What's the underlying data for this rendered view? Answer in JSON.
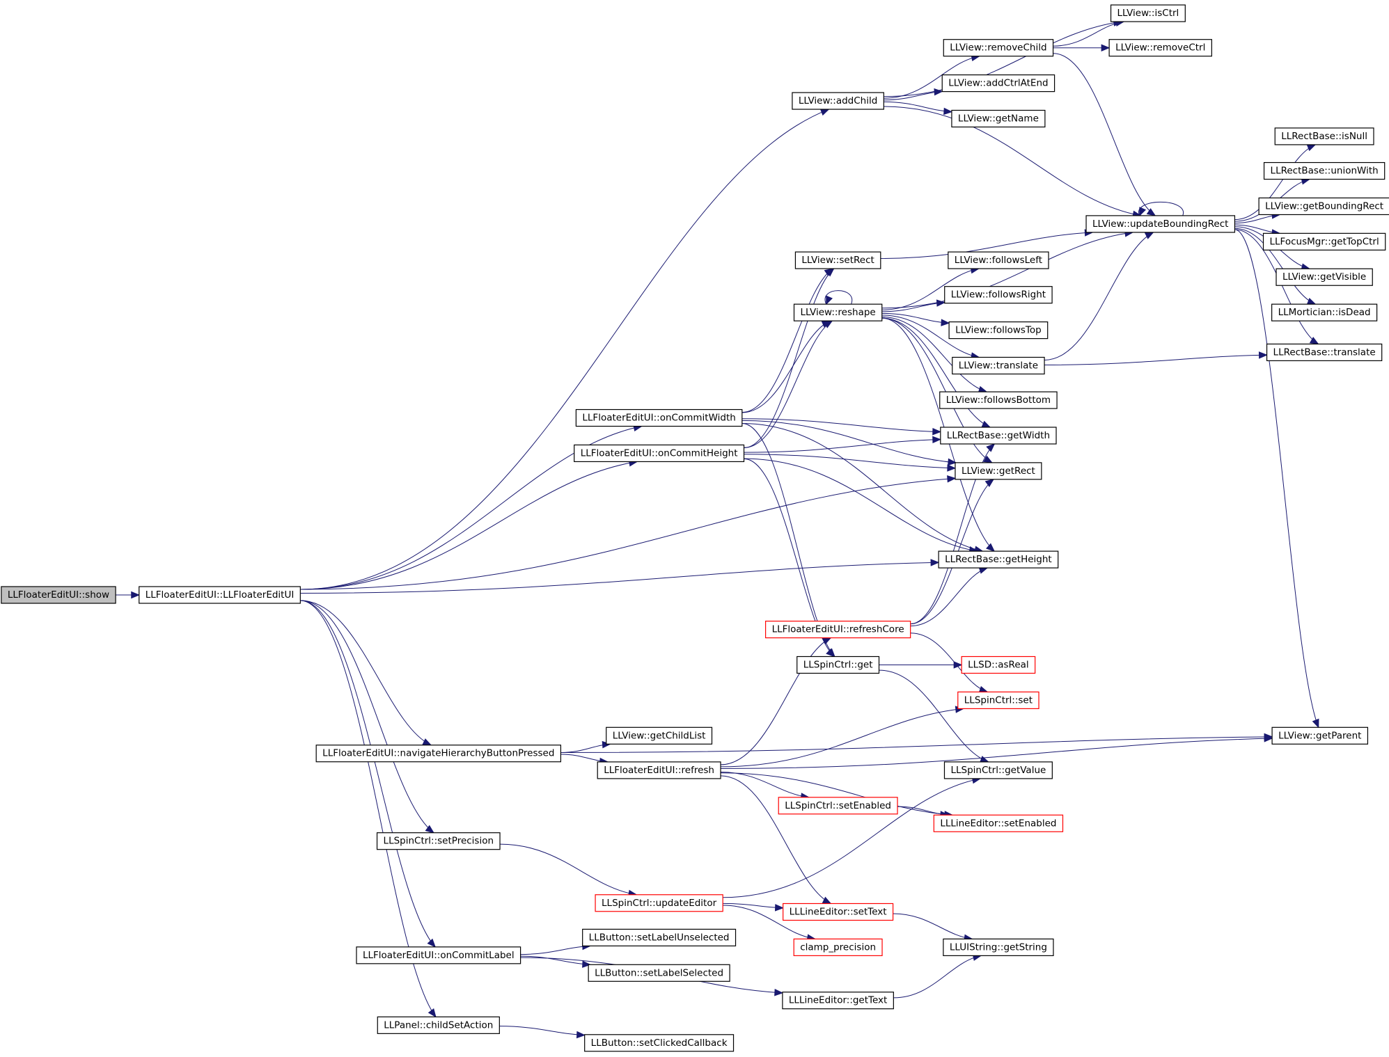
{
  "diagram": {
    "type": "call-graph",
    "colors": {
      "edge": "#191970",
      "default_border": "#000000",
      "truncated_border": "#ff0000",
      "root_fill": "#bfbfbf",
      "fill": "#ffffff"
    },
    "nodes": [
      {
        "id": "show",
        "label": "LLFloaterEditUI::show",
        "style": "root"
      },
      {
        "id": "ctor",
        "label": "LLFloaterEditUI::LLFloaterEditUI",
        "style": "normal"
      },
      {
        "id": "addChild",
        "label": "LLView::addChild",
        "style": "normal"
      },
      {
        "id": "isCtrl",
        "label": "LLView::isCtrl",
        "style": "normal"
      },
      {
        "id": "removeChild",
        "label": "LLView::removeChild",
        "style": "normal"
      },
      {
        "id": "removeCtrl",
        "label": "LLView::removeCtrl",
        "style": "normal"
      },
      {
        "id": "addCtrlAtEnd",
        "label": "LLView::addCtrlAtEnd",
        "style": "normal"
      },
      {
        "id": "getName",
        "label": "LLView::getName",
        "style": "normal"
      },
      {
        "id": "isNull",
        "label": "LLRectBase::isNull",
        "style": "normal"
      },
      {
        "id": "unionWith",
        "label": "LLRectBase::unionWith",
        "style": "normal"
      },
      {
        "id": "getBoundingRect",
        "label": "LLView::getBoundingRect",
        "style": "normal"
      },
      {
        "id": "updateBoundingRect",
        "label": "LLView::updateBoundingRect",
        "style": "normal"
      },
      {
        "id": "getTopCtrl",
        "label": "LLFocusMgr::getTopCtrl",
        "style": "normal"
      },
      {
        "id": "getVisible",
        "label": "LLView::getVisible",
        "style": "normal"
      },
      {
        "id": "isDead",
        "label": "LLMortician::isDead",
        "style": "normal"
      },
      {
        "id": "rectTranslate",
        "label": "LLRectBase::translate",
        "style": "normal"
      },
      {
        "id": "setRect",
        "label": "LLView::setRect",
        "style": "normal"
      },
      {
        "id": "followsLeft",
        "label": "LLView::followsLeft",
        "style": "normal"
      },
      {
        "id": "followsRight",
        "label": "LLView::followsRight",
        "style": "normal"
      },
      {
        "id": "reshape",
        "label": "LLView::reshape",
        "style": "normal"
      },
      {
        "id": "followsTop",
        "label": "LLView::followsTop",
        "style": "normal"
      },
      {
        "id": "viewTranslate",
        "label": "LLView::translate",
        "style": "normal"
      },
      {
        "id": "followsBottom",
        "label": "LLView::followsBottom",
        "style": "normal"
      },
      {
        "id": "onCommitWidth",
        "label": "LLFloaterEditUI::onCommitWidth",
        "style": "normal"
      },
      {
        "id": "getWidth",
        "label": "LLRectBase::getWidth",
        "style": "normal"
      },
      {
        "id": "onCommitHeight",
        "label": "LLFloaterEditUI::onCommitHeight",
        "style": "normal"
      },
      {
        "id": "getRect",
        "label": "LLView::getRect",
        "style": "normal"
      },
      {
        "id": "getHeight",
        "label": "LLRectBase::getHeight",
        "style": "normal"
      },
      {
        "id": "refreshCore",
        "label": "LLFloaterEditUI::refreshCore",
        "style": "truncated"
      },
      {
        "id": "spinGet",
        "label": "LLSpinCtrl::get",
        "style": "normal"
      },
      {
        "id": "asReal",
        "label": "LLSD::asReal",
        "style": "truncated"
      },
      {
        "id": "spinSet",
        "label": "LLSpinCtrl::set",
        "style": "truncated"
      },
      {
        "id": "getChildList",
        "label": "LLView::getChildList",
        "style": "normal"
      },
      {
        "id": "navigate",
        "label": "LLFloaterEditUI::navigateHierarchyButtonPressed",
        "style": "normal"
      },
      {
        "id": "getParent",
        "label": "LLView::getParent",
        "style": "normal"
      },
      {
        "id": "refresh",
        "label": "LLFloaterEditUI::refresh",
        "style": "normal"
      },
      {
        "id": "getValue",
        "label": "LLSpinCtrl::getValue",
        "style": "normal"
      },
      {
        "id": "spinSetEnabled",
        "label": "LLSpinCtrl::setEnabled",
        "style": "truncated"
      },
      {
        "id": "leSetEnabled",
        "label": "LLLineEditor::setEnabled",
        "style": "truncated"
      },
      {
        "id": "setPrecision",
        "label": "LLSpinCtrl::setPrecision",
        "style": "normal"
      },
      {
        "id": "updateEditor",
        "label": "LLSpinCtrl::updateEditor",
        "style": "truncated"
      },
      {
        "id": "setText",
        "label": "LLLineEditor::setText",
        "style": "truncated"
      },
      {
        "id": "setLabelUnselected",
        "label": "LLButton::setLabelUnselected",
        "style": "normal"
      },
      {
        "id": "clampPrecision",
        "label": "clamp_precision",
        "style": "truncated"
      },
      {
        "id": "getString",
        "label": "LLUIString::getString",
        "style": "normal"
      },
      {
        "id": "onCommitLabel",
        "label": "LLFloaterEditUI::onCommitLabel",
        "style": "normal"
      },
      {
        "id": "setLabelSelected",
        "label": "LLButton::setLabelSelected",
        "style": "normal"
      },
      {
        "id": "getText",
        "label": "LLLineEditor::getText",
        "style": "normal"
      },
      {
        "id": "childSetAction",
        "label": "LLPanel::childSetAction",
        "style": "normal"
      },
      {
        "id": "setClickedCallback",
        "label": "LLButton::setClickedCallback",
        "style": "normal"
      }
    ],
    "edges": [
      [
        "show",
        "ctor"
      ],
      [
        "ctor",
        "addChild"
      ],
      [
        "ctor",
        "onCommitWidth"
      ],
      [
        "ctor",
        "onCommitHeight"
      ],
      [
        "ctor",
        "getRect"
      ],
      [
        "ctor",
        "getHeight"
      ],
      [
        "ctor",
        "navigate"
      ],
      [
        "ctor",
        "setPrecision"
      ],
      [
        "ctor",
        "onCommitLabel"
      ],
      [
        "ctor",
        "childSetAction"
      ],
      [
        "addChild",
        "isCtrl"
      ],
      [
        "addChild",
        "removeChild"
      ],
      [
        "addChild",
        "addCtrlAtEnd"
      ],
      [
        "addChild",
        "getName"
      ],
      [
        "addChild",
        "updateBoundingRect"
      ],
      [
        "removeChild",
        "isCtrl"
      ],
      [
        "removeChild",
        "removeCtrl"
      ],
      [
        "removeChild",
        "updateBoundingRect"
      ],
      [
        "updateBoundingRect",
        "updateBoundingRect"
      ],
      [
        "updateBoundingRect",
        "isNull"
      ],
      [
        "updateBoundingRect",
        "unionWith"
      ],
      [
        "updateBoundingRect",
        "getBoundingRect"
      ],
      [
        "updateBoundingRect",
        "getTopCtrl"
      ],
      [
        "updateBoundingRect",
        "getVisible"
      ],
      [
        "updateBoundingRect",
        "isDead"
      ],
      [
        "updateBoundingRect",
        "rectTranslate"
      ],
      [
        "updateBoundingRect",
        "getParent"
      ],
      [
        "setRect",
        "updateBoundingRect"
      ],
      [
        "reshape",
        "reshape"
      ],
      [
        "reshape",
        "updateBoundingRect"
      ],
      [
        "reshape",
        "followsLeft"
      ],
      [
        "reshape",
        "followsRight"
      ],
      [
        "reshape",
        "followsTop"
      ],
      [
        "reshape",
        "viewTranslate"
      ],
      [
        "reshape",
        "followsBottom"
      ],
      [
        "reshape",
        "getWidth"
      ],
      [
        "reshape",
        "getRect"
      ],
      [
        "reshape",
        "getHeight"
      ],
      [
        "viewTranslate",
        "updateBoundingRect"
      ],
      [
        "viewTranslate",
        "rectTranslate"
      ],
      [
        "onCommitWidth",
        "setRect"
      ],
      [
        "onCommitWidth",
        "reshape"
      ],
      [
        "onCommitWidth",
        "getWidth"
      ],
      [
        "onCommitWidth",
        "getRect"
      ],
      [
        "onCommitWidth",
        "getHeight"
      ],
      [
        "onCommitWidth",
        "spinGet"
      ],
      [
        "onCommitHeight",
        "setRect"
      ],
      [
        "onCommitHeight",
        "reshape"
      ],
      [
        "onCommitHeight",
        "getWidth"
      ],
      [
        "onCommitHeight",
        "getRect"
      ],
      [
        "onCommitHeight",
        "getHeight"
      ],
      [
        "onCommitHeight",
        "spinGet"
      ],
      [
        "refreshCore",
        "getWidth"
      ],
      [
        "refreshCore",
        "getRect"
      ],
      [
        "refreshCore",
        "getHeight"
      ],
      [
        "refreshCore",
        "spinSet"
      ],
      [
        "spinGet",
        "asReal"
      ],
      [
        "spinGet",
        "getValue"
      ],
      [
        "navigate",
        "getChildList"
      ],
      [
        "navigate",
        "refresh"
      ],
      [
        "navigate",
        "getParent"
      ],
      [
        "refresh",
        "refreshCore"
      ],
      [
        "refresh",
        "spinSet"
      ],
      [
        "refresh",
        "getParent"
      ],
      [
        "refresh",
        "spinSetEnabled"
      ],
      [
        "refresh",
        "leSetEnabled"
      ],
      [
        "refresh",
        "setText"
      ],
      [
        "spinSetEnabled",
        "leSetEnabled"
      ],
      [
        "setPrecision",
        "updateEditor"
      ],
      [
        "updateEditor",
        "getValue"
      ],
      [
        "updateEditor",
        "setText"
      ],
      [
        "updateEditor",
        "clampPrecision"
      ],
      [
        "setText",
        "getString"
      ],
      [
        "onCommitLabel",
        "setLabelUnselected"
      ],
      [
        "onCommitLabel",
        "setLabelSelected"
      ],
      [
        "onCommitLabel",
        "getText"
      ],
      [
        "getText",
        "getString"
      ],
      [
        "childSetAction",
        "setClickedCallback"
      ]
    ]
  }
}
